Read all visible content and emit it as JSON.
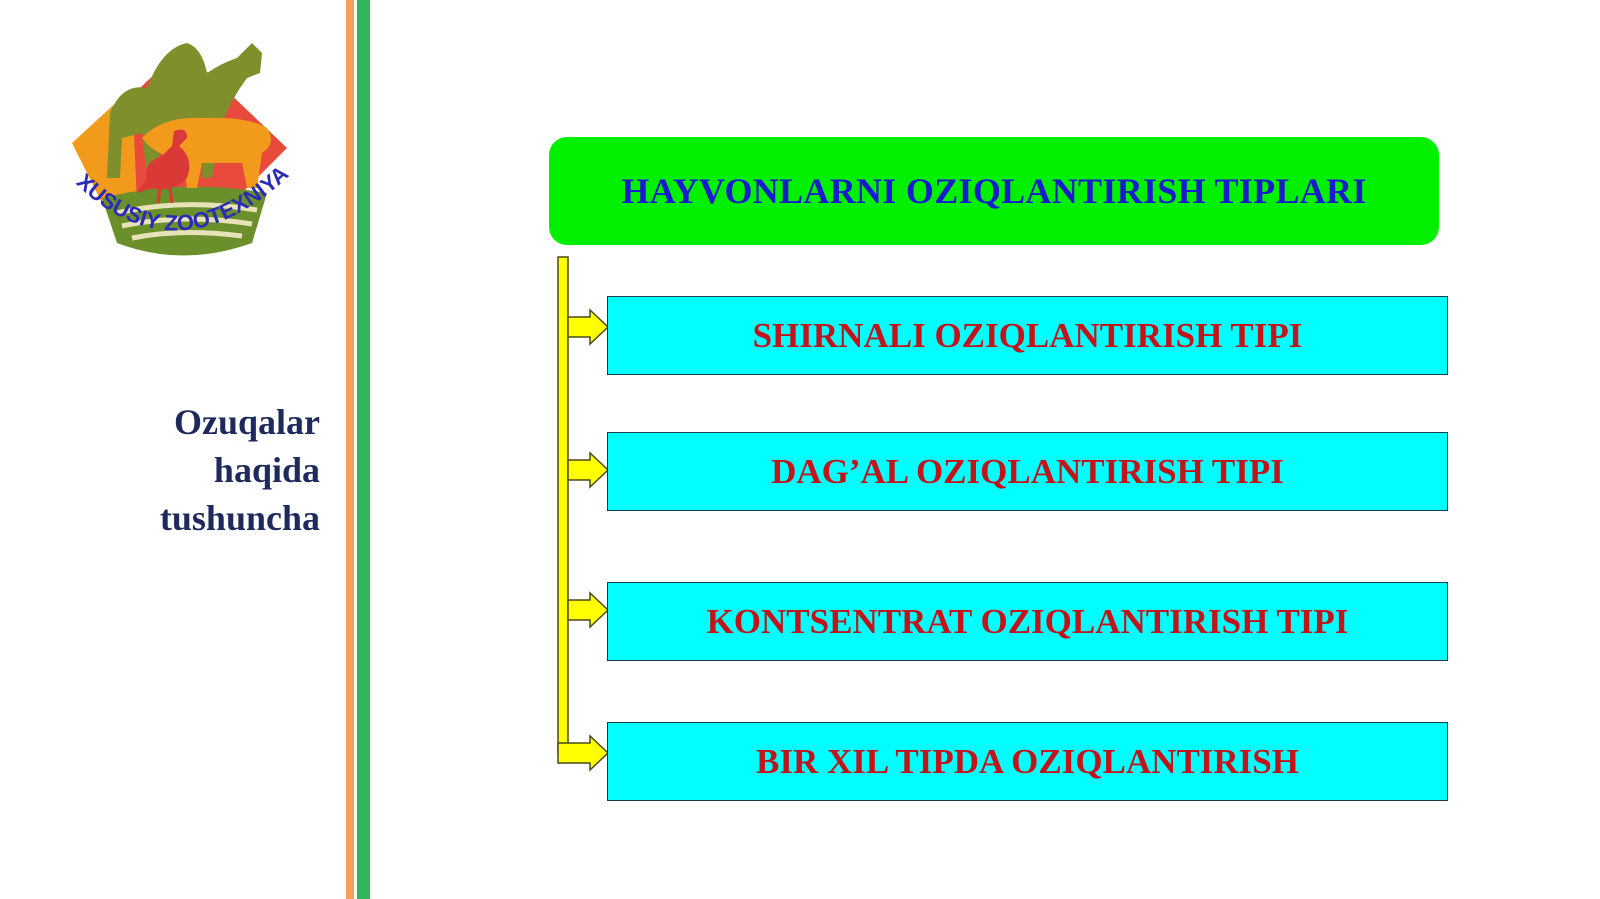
{
  "logo": {
    "text": "XUSUSIY ZOOTEXNIYA"
  },
  "side_title": {
    "lines": [
      "Ozuqalar",
      "haqida",
      "tushuncha"
    ]
  },
  "diagram": {
    "header": "HAYVONLARNI OZIQLANTIRISH TIPLARI",
    "items": [
      "SHIRNALI OZIQLANTIRISH TIPI",
      "DAG’AL OZIQLANTIRISH TIPI",
      "KONTSENTRAT OZIQLANTIRISH TIPI",
      "BIR XIL TIPDA OZIQLANTIRISH"
    ]
  },
  "colors": {
    "header_bg": "#00f000",
    "header_text": "#1a1acf",
    "item_bg": "#00ffff",
    "item_text": "#c3141c",
    "connector": "#ffff00",
    "stripe_orange": "#f5a05a",
    "stripe_green": "#2fb65a",
    "title_text": "#1f2a5c"
  }
}
